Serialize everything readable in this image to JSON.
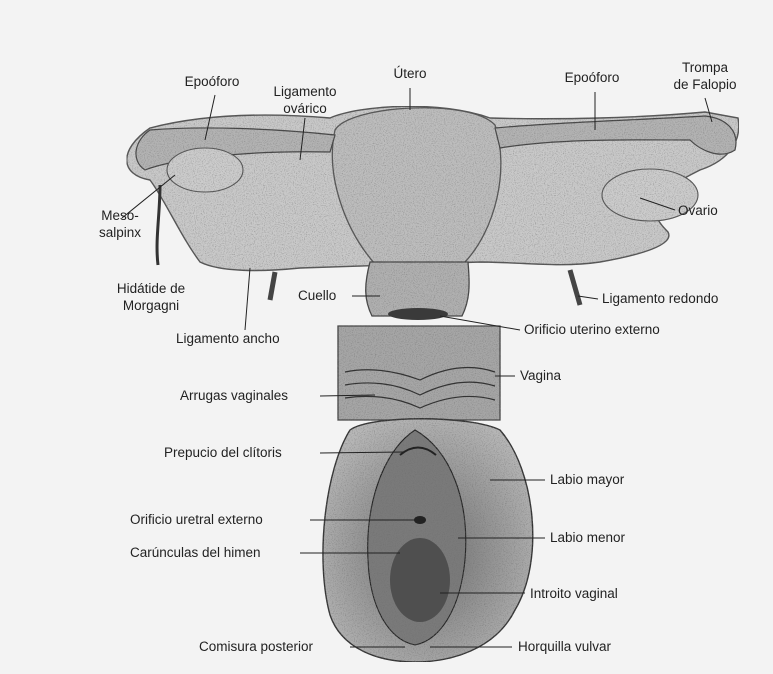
{
  "colors": {
    "paper": "#f3f3f3",
    "tissue": "#cfcfcf",
    "tissue_dark": "#8d8d8d",
    "ink": "#222222"
  },
  "labels": {
    "utero": "Útero",
    "epooforo_left": "Epoóforo",
    "epooforo_right": "Epoóforo",
    "ligamento_ovarico_1": "Ligamento",
    "ligamento_ovarico_2": "ovárico",
    "trompa_1": "Trompa",
    "trompa_2": "de Falopio",
    "mesosalpinx_1": "Meso-",
    "mesosalpinx_2": "salpinx",
    "ovario": "Ovario",
    "hidatide_1": "Hidátide de",
    "hidatide_2": "Morgagni",
    "cuello": "Cuello",
    "ligamento_redondo": "Ligamento redondo",
    "ligamento_ancho": "Ligamento ancho",
    "orificio_uterino": "Orificio uterino externo",
    "vagina": "Vagina",
    "arrugas": "Arrugas vaginales",
    "prepucio": "Prepucio del clítoris",
    "labio_mayor": "Labio mayor",
    "orificio_uretral": "Orificio uretral externo",
    "labio_menor": "Labio menor",
    "caruncula": "Carúnculas del himen",
    "introito": "Introito vaginal",
    "comisura": "Comisura posterior",
    "horquilla": "Horquilla vulvar"
  }
}
